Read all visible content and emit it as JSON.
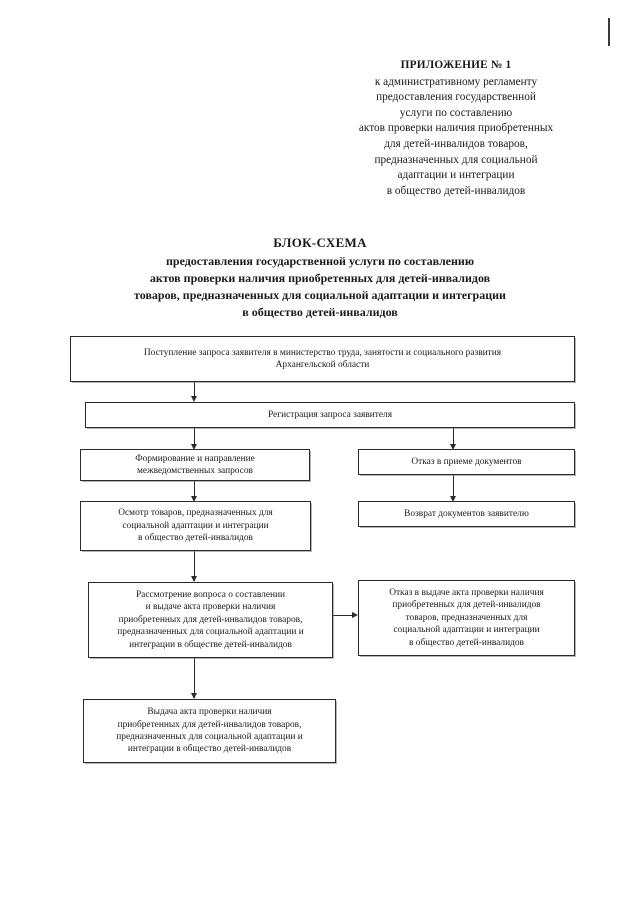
{
  "page": {
    "corner_mark": "scan-tick"
  },
  "appendix": {
    "title": "ПРИЛОЖЕНИЕ № 1",
    "lines": [
      "к административному регламенту",
      "предоставления государственной",
      "услуги по составлению",
      "актов проверки наличия приобретенных",
      "для детей-инвалидов товаров,",
      "предназначенных для социальной",
      "адаптации и интеграции",
      "в общество детей-инвалидов"
    ]
  },
  "doc_title": {
    "heading": "БЛОК-СХЕМА",
    "lines": [
      "предоставления государственной услуги по составлению",
      "актов проверки наличия приобретенных для детей-инвалидов",
      "товаров, предназначенных для социальной адаптации и интеграции",
      "в общество детей-инвалидов"
    ]
  },
  "flowchart": {
    "nodes": {
      "request_received": {
        "lines": [
          "Поступление запроса заявителя в министерство труда, занятости и социального развития",
          "Архангельской области"
        ]
      },
      "registration": {
        "lines": [
          "Регистрация запроса заявителя"
        ]
      },
      "interagency_requests": {
        "lines": [
          "Формирование и направление",
          "межведомственных запросов"
        ]
      },
      "refusal_accept": {
        "lines": [
          "Отказ в приеме документов"
        ]
      },
      "goods_inspection": {
        "lines": [
          "Осмотр товаров, предназначенных для",
          "социальной адаптации и интеграции",
          "в общество детей-инвалидов"
        ]
      },
      "return_documents": {
        "lines": [
          "Возврат документов заявителю"
        ]
      },
      "consideration": {
        "lines": [
          "Рассмотрение вопроса о составлении",
          "и выдаче акта проверки наличия",
          "приобретенных для детей-инвалидов товаров,",
          "предназначенных для социальной адаптации и",
          "интеграции в обществе детей-инвалидов"
        ]
      },
      "refusal_issue": {
        "lines": [
          "Отказ в выдаче акта проверки наличия",
          "приобретенных для детей-инвалидов",
          "товаров, предназначенных для",
          "социальной адаптации и интеграции",
          "в общество детей-инвалидов"
        ]
      },
      "issue_act": {
        "lines": [
          "Выдача акта проверки наличия",
          "приобретенных для детей-инвалидов товаров,",
          "предназначенных для социальной адаптации и",
          "интеграции в общество детей-инвалидов"
        ]
      }
    }
  }
}
